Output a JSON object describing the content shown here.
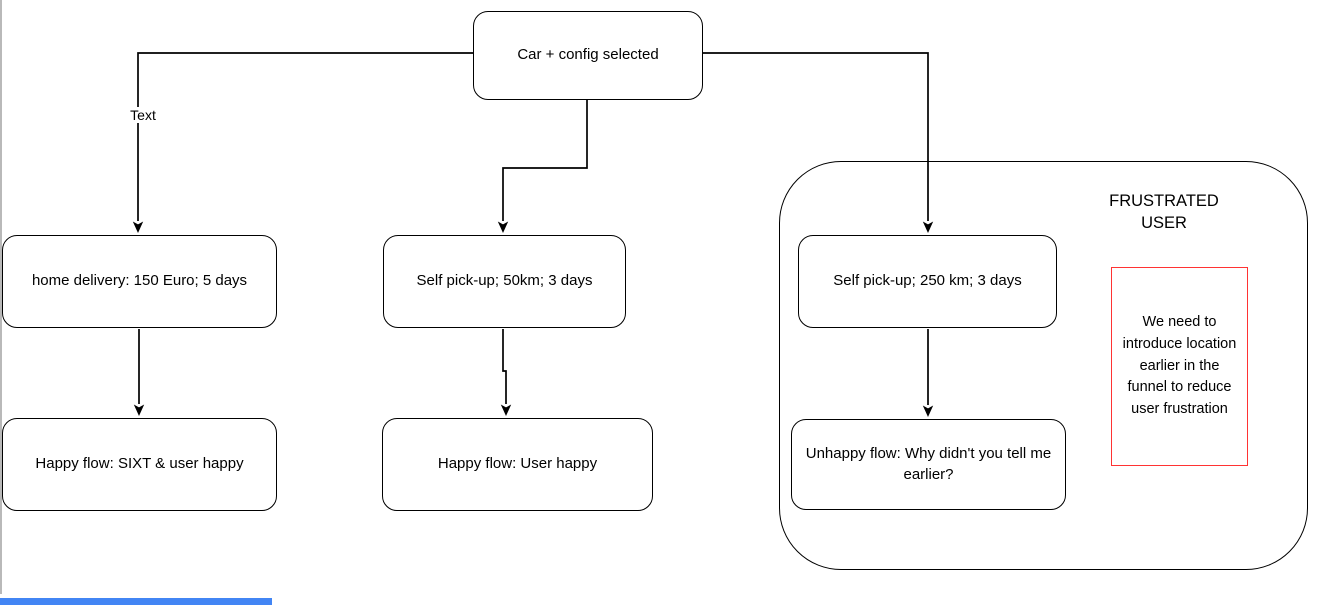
{
  "canvas": {
    "background": "#ffffff",
    "note_border_color": "#ff3333",
    "bottom_bar_color": "#4285f4"
  },
  "nodes": {
    "root": {
      "label": "Car + config selected"
    },
    "home_delivery": {
      "label": "home delivery: 150 Euro; 5 days"
    },
    "happy_sixt": {
      "label": "Happy flow: SIXT & user happy"
    },
    "pickup_50": {
      "label": "Self pick-up; 50km; 3 days"
    },
    "happy_user": {
      "label": "Happy flow: User happy"
    },
    "pickup_250": {
      "label": "Self pick-up; 250 km; 3 days"
    },
    "unhappy": {
      "label": "Unhappy flow: Why didn't you tell me earlier?"
    }
  },
  "edges": {
    "root_to_home_delivery_label": "Text"
  },
  "group": {
    "label": "FRUSTRATED USER"
  },
  "note": {
    "text": "We need to introduce location earlier in the funnel to reduce user frustration"
  }
}
